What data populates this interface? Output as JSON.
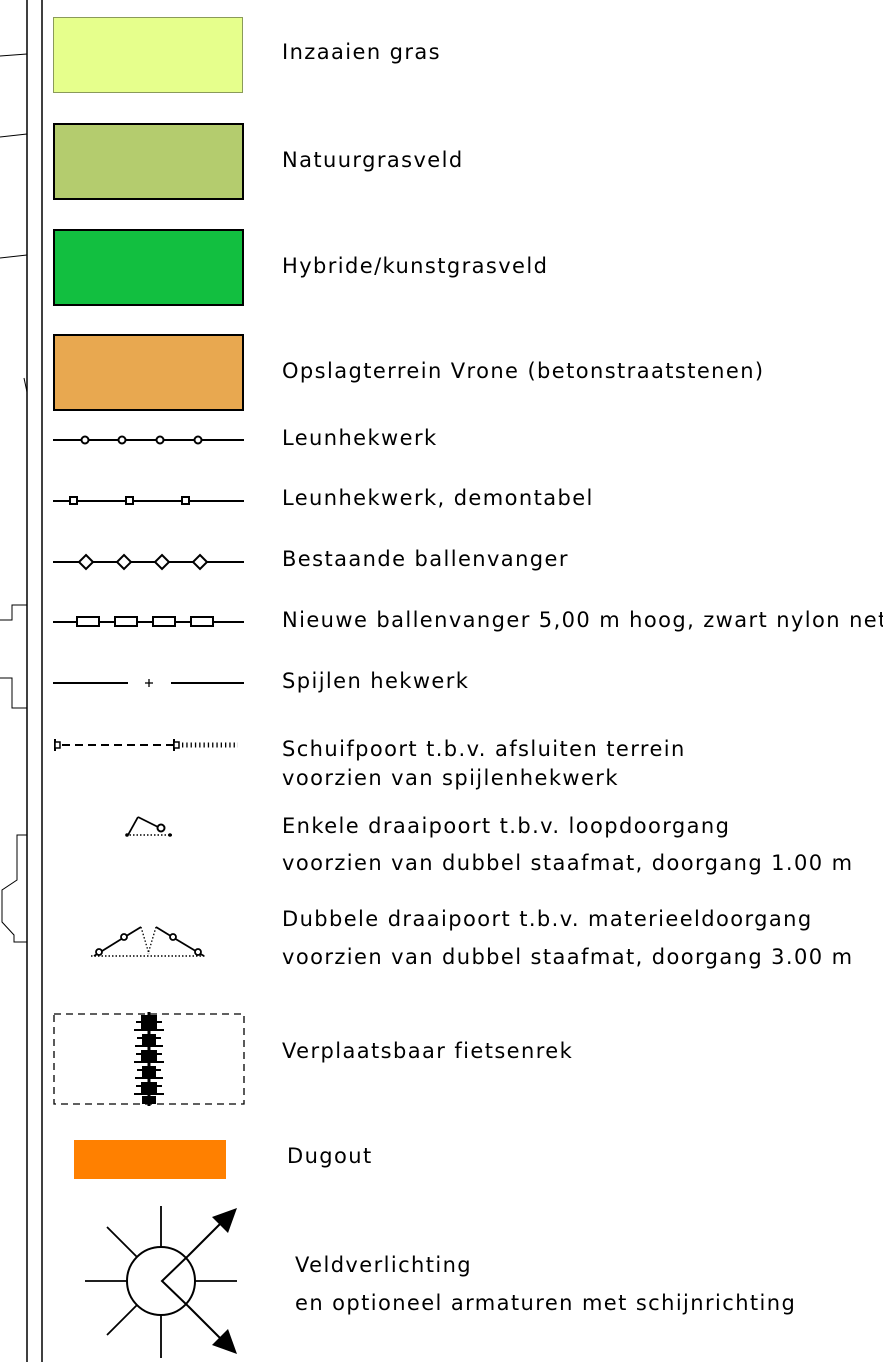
{
  "legend": {
    "items": [
      {
        "id": "inzaaien-gras",
        "lines": [
          "Inzaaien gras"
        ],
        "color": "#E6FF8C"
      },
      {
        "id": "natuurgrasveld",
        "lines": [
          "Natuurgrasveld"
        ],
        "color": "#B4CC6E"
      },
      {
        "id": "hybride",
        "lines": [
          "Hybride/kunstgrasveld"
        ],
        "color": "#12BF40"
      },
      {
        "id": "opslagterrein",
        "lines": [
          "Opslagterrein Vrone (betonstraatstenen)"
        ],
        "color": "#E8A850"
      },
      {
        "id": "leunhekwerk",
        "lines": [
          "Leunhekwerk"
        ]
      },
      {
        "id": "leunhekwerk-demontabel",
        "lines": [
          "Leunhekwerk, demontabel"
        ]
      },
      {
        "id": "bestaande-ballenvanger",
        "lines": [
          "Bestaande ballenvanger"
        ]
      },
      {
        "id": "nieuwe-ballenvanger",
        "lines": [
          "Nieuwe ballenvanger 5,00 m hoog, zwart nylon net"
        ]
      },
      {
        "id": "spijlen-hekwerk",
        "lines": [
          "Spijlen hekwerk"
        ]
      },
      {
        "id": "schuifpoort",
        "lines": [
          "Schuifpoort t.b.v. afsluiten terrein",
          "voorzien van spijlenhekwerk"
        ]
      },
      {
        "id": "enkele-draaipoort",
        "lines": [
          "Enkele draaipoort t.b.v. loopdoorgang",
          "voorzien van dubbel staafmat, doorgang 1.00 m"
        ]
      },
      {
        "id": "dubbele-draaipoort",
        "lines": [
          "Dubbele draaipoort t.b.v. materieeldoorgang",
          "voorzien van dubbel staafmat, doorgang 3.00 m"
        ]
      },
      {
        "id": "fietsenrek",
        "lines": [
          "Verplaatsbaar fietsenrek"
        ]
      },
      {
        "id": "dugout",
        "lines": [
          "Dugout"
        ],
        "color": "#FF8000"
      },
      {
        "id": "veldverlichting",
        "lines": [
          "Veldverlichting",
          "en optioneel armaturen met schijnrichting"
        ]
      }
    ]
  }
}
